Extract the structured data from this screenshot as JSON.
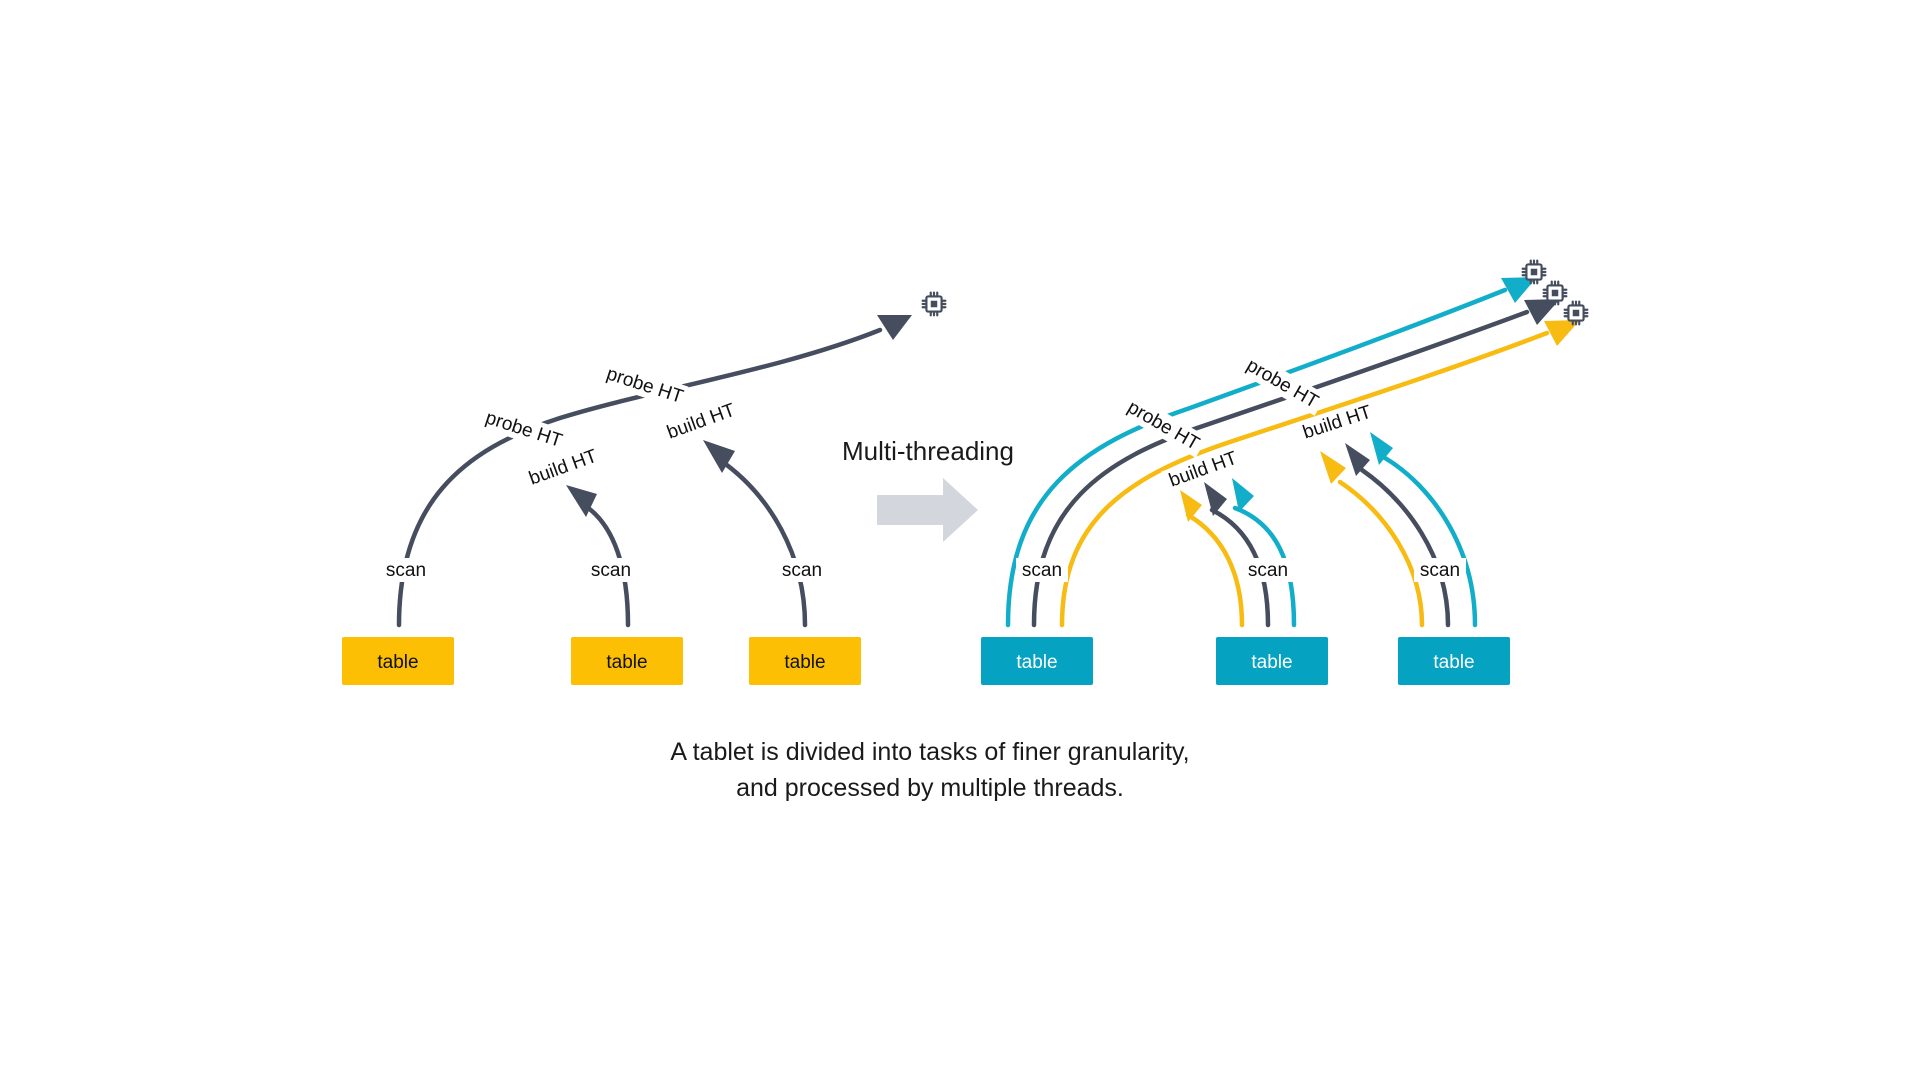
{
  "colors": {
    "dark": "#454d5e",
    "teal": "#12aec9",
    "gold": "#f7bb12",
    "table_teal": "#05a2c2",
    "table_gold": "#fcbf04",
    "arrow_gray": "#d3d6dd"
  },
  "icons": {
    "cpu": "cpu-chip-icon",
    "transition": "right-arrow-icon"
  },
  "left": {
    "tables": [
      "table",
      "table",
      "table"
    ],
    "scan_labels": [
      "scan",
      "scan",
      "scan"
    ],
    "build_labels": [
      "build HT",
      "build HT"
    ],
    "probe_labels": [
      "probe HT",
      "probe HT"
    ]
  },
  "transition": {
    "label": "Multi-threading"
  },
  "right": {
    "tables": [
      "table",
      "table",
      "table"
    ],
    "scan_labels": [
      "scan",
      "scan",
      "scan"
    ],
    "build_labels": [
      "build HT",
      "build HT"
    ],
    "probe_labels": [
      "probe HT",
      "probe HT"
    ]
  },
  "caption": {
    "line1": "A tablet is divided into tasks of finer granularity,",
    "line2": "and processed by multiple threads."
  }
}
